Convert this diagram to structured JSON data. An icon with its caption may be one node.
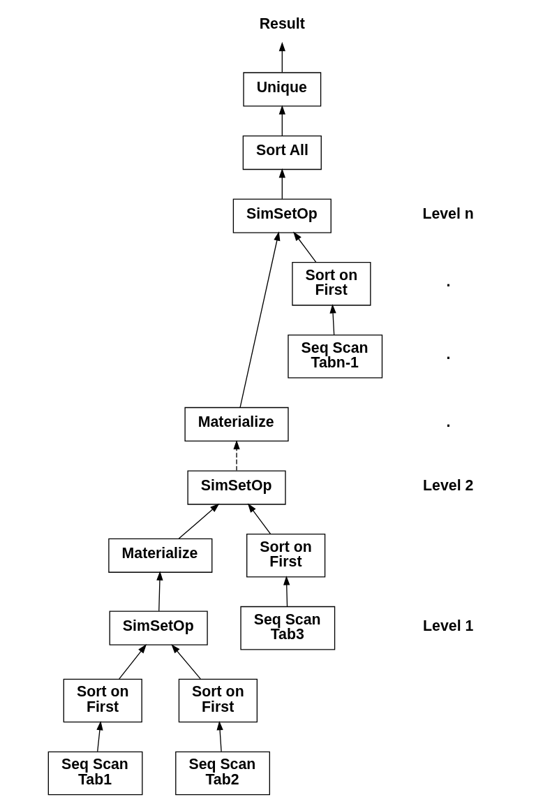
{
  "diagram": {
    "nodes": [
      {
        "text": [
          "Result"
        ]
      },
      {
        "text": [
          "Unique"
        ]
      },
      {
        "text": [
          "Sort All"
        ]
      },
      {
        "text": [
          "SimSetOp"
        ]
      },
      {
        "text": [
          "Materialize"
        ]
      },
      {
        "text": [
          "Sort on First"
        ]
      },
      {
        "text": [
          "Seq Scan Tabn-1"
        ]
      },
      {
        "text": [
          "SimSetOp"
        ]
      },
      {
        "text": [
          "Materialize"
        ]
      },
      {
        "text": [
          "Sort on First"
        ]
      },
      {
        "text": [
          "Seq Scan Tab3"
        ]
      },
      {
        "text": [
          "SimSetOp"
        ]
      },
      {
        "text": [
          "Sort on First"
        ]
      },
      {
        "text": [
          "Sort on First"
        ]
      },
      {
        "text": [
          "Seq Scan Tab1"
        ]
      },
      {
        "text": [
          "Seq Scan Tab2"
        ]
      }
    ],
    "edges": [
      {
        "from": 1,
        "to": 0,
        "arrow": "to"
      },
      {
        "from": 2,
        "to": 1,
        "arrow": "to"
      },
      {
        "from": 3,
        "to": 2,
        "arrow": "to"
      },
      {
        "from": 4,
        "to": 3,
        "arrow": "to"
      },
      {
        "from": 5,
        "to": 3,
        "arrow": "to"
      },
      {
        "from": 6,
        "to": 5,
        "arrow": "to"
      },
      {
        "from": 7,
        "to": 4,
        "arrow": "to",
        "style": "dashed"
      },
      {
        "from": 8,
        "to": 7,
        "arrow": "to"
      },
      {
        "from": 9,
        "to": 7,
        "arrow": "to"
      },
      {
        "from": 10,
        "to": 9,
        "arrow": "to"
      },
      {
        "from": 11,
        "to": 8,
        "arrow": "to"
      },
      {
        "from": 12,
        "to": 11,
        "arrow": "to"
      },
      {
        "from": 13,
        "to": 11,
        "arrow": "to"
      },
      {
        "from": 14,
        "to": 12,
        "arrow": "to"
      },
      {
        "from": 15,
        "to": 13,
        "arrow": "to"
      }
    ],
    "labels": [
      "Level n",
      ".",
      ".",
      ".",
      "Level 2",
      "Level 1"
    ]
  }
}
